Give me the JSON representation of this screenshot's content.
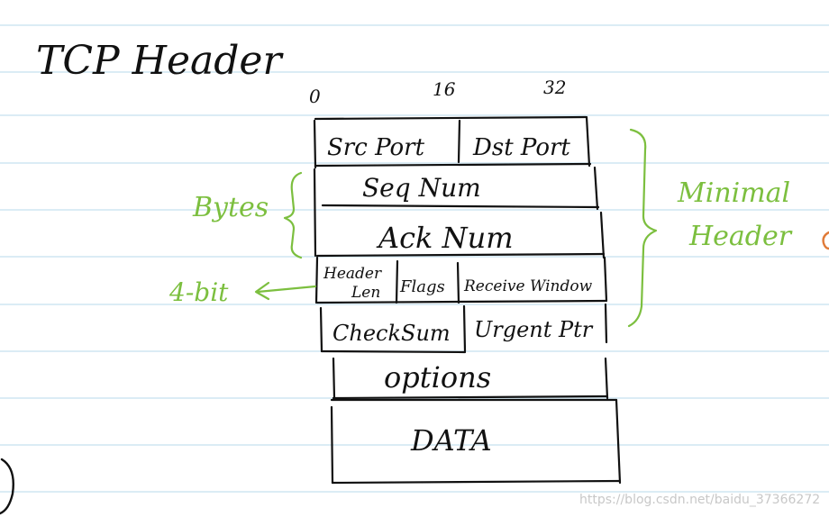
{
  "title": "TCP Header",
  "bit_marks": [
    "0",
    "16",
    "32"
  ],
  "fields": {
    "src_port": "Src Port",
    "dst_port": "Dst Port",
    "seq_num": "Seq Num",
    "ack_num": "Ack Num",
    "header_len_line1": "Header",
    "header_len_line2": "Len",
    "flags": "Flags",
    "receive_window": "Receive Window",
    "checksum": "CheckSum",
    "urgent_ptr": "Urgent Ptr",
    "options": "options",
    "data": "DATA"
  },
  "annotations": {
    "bytes": "Bytes",
    "four_bit": "4-bit",
    "minimal_line1": "Minimal",
    "minimal_line2": "Header"
  },
  "watermark": "https://blog.csdn.net/baidu_37366272",
  "colors": {
    "ruled_line": "#cfe6f2",
    "ink": "#111111",
    "annotation": "#7cbf3f",
    "watermark": "#c8c8c8"
  }
}
